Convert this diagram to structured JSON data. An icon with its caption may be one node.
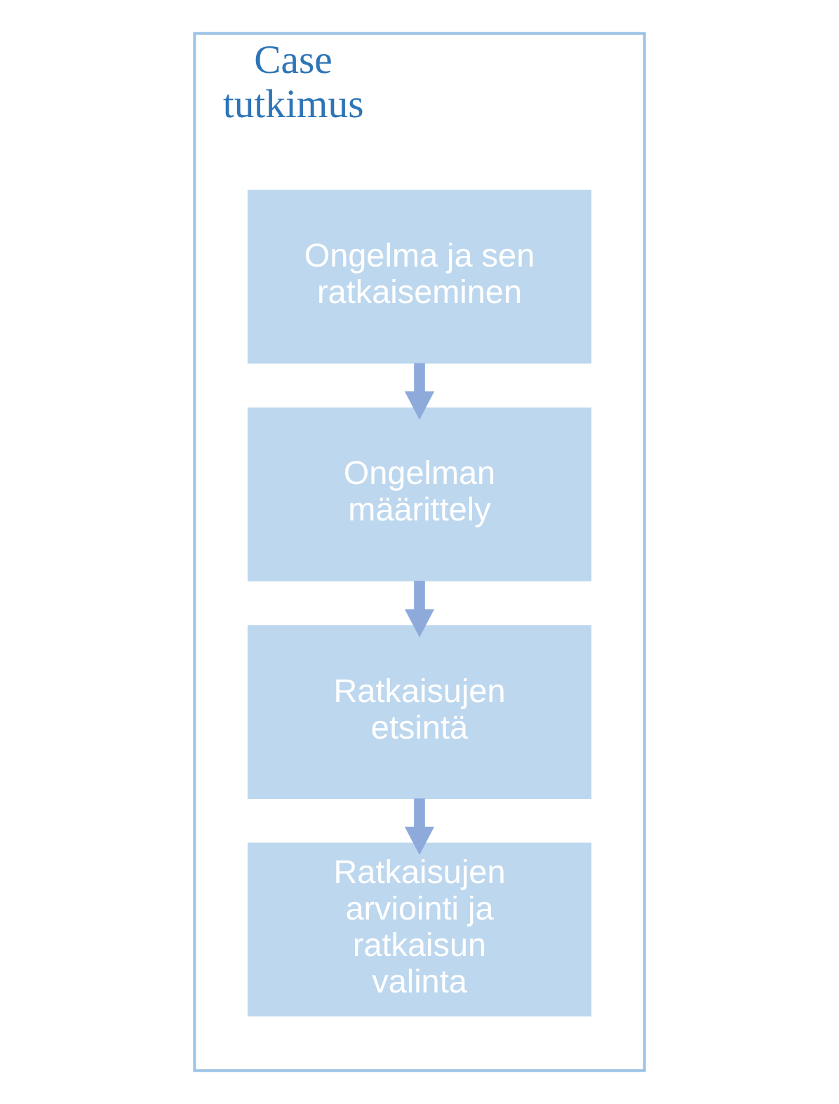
{
  "diagram": {
    "nodes": [
      {
        "text": [
          "Case tutkimus"
        ]
      },
      {
        "text": [
          "Ongelma ja sen ratkaiseminen"
        ],
        "in": 0
      },
      {
        "text": [
          "Ongelman määrittely"
        ],
        "in": 0
      },
      {
        "text": [
          "Ratkaisujen etsintä"
        ],
        "in": 0
      },
      {
        "text": [
          "Ratkaisujen arviointi ja ratkaisun valinta"
        ],
        "in": 0
      }
    ],
    "edges": [
      {
        "from": 1,
        "to": 2,
        "arrow": "to"
      },
      {
        "from": 2,
        "to": 3,
        "arrow": "to"
      },
      {
        "from": 3,
        "to": 4,
        "arrow": "to"
      }
    ]
  }
}
